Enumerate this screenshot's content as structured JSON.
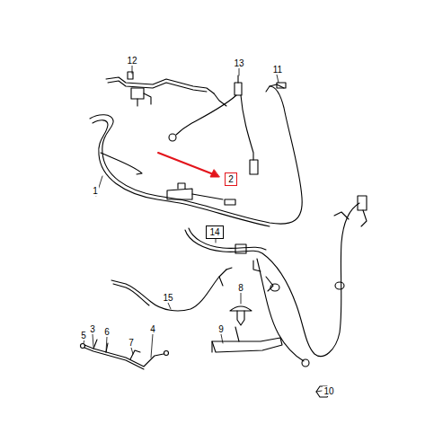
{
  "diagram": {
    "nodes": [
      {
        "text": [
          "2"
        ]
      },
      {
        "text": [
          "14"
        ]
      }
    ],
    "labels": [
      "12",
      "13",
      "11",
      "1",
      "8",
      "15",
      "3",
      "6",
      "4",
      "5",
      "7",
      "9",
      "10"
    ]
  }
}
